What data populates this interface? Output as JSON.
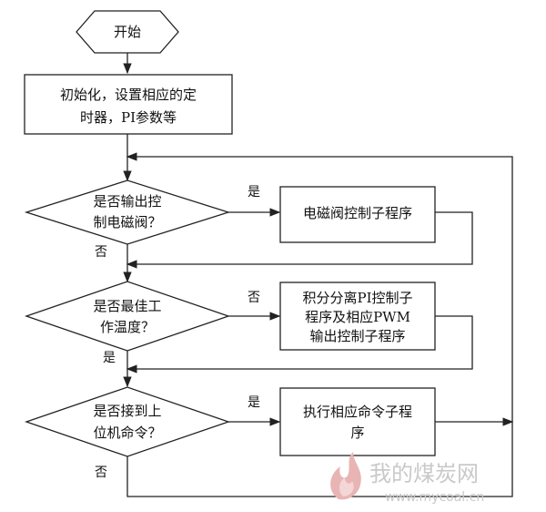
{
  "nodes": {
    "start": "开始",
    "init_line1": "初始化，设置相应的定",
    "init_line2": "时器，PI参数等",
    "decision1_line1": "是否输出控",
    "decision1_line2": "制电磁阀？",
    "process1": "电磁阀控制子程序",
    "decision2_line1": "是否最佳工",
    "decision2_line2": "作温度？",
    "process2_line1": "积分分离PI控制子",
    "process2_line2": "程序及相应PWM",
    "process2_line3": "输出控制子程序",
    "decision3_line1": "是否接到上",
    "decision3_line2": "位机命令？",
    "process3_line1": "执行相应命令子程",
    "process3_line2": "序"
  },
  "edge_labels": {
    "d1_yes": "是",
    "d1_no": "否",
    "d2_no": "否",
    "d2_yes": "是",
    "d3_yes": "是",
    "d3_no": "否"
  },
  "watermark": {
    "text": "我的煤炭网",
    "url": "www.mycoal.cn"
  }
}
